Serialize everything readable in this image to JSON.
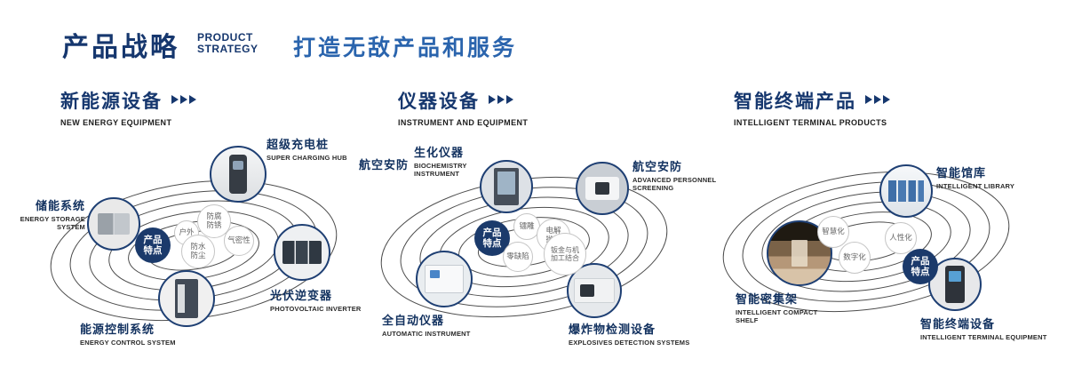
{
  "header": {
    "title_cn": "产品战略",
    "title_en_line1": "PRODUCT",
    "title_en_line2": "STRATEGY",
    "subtitle": "打造无敌产品和服务"
  },
  "colors": {
    "navy": "#16376e",
    "blue": "#2a64ad"
  },
  "sections": [
    {
      "title_cn": "新能源设备",
      "title_en": "NEW ENERGY EQUIPMENT",
      "center_badge": "产品特点",
      "features": [
        "户外",
        "防腐防锈",
        "气密性",
        "防水防尘"
      ],
      "products": [
        {
          "cn": "储能系统",
          "en": "ENERGY STORAGE SYSTEM"
        },
        {
          "cn": "超级充电桩",
          "en": "SUPER CHARGING HUB"
        },
        {
          "cn": "光伏逆变器",
          "en": "PHOTOVOLTAIC INVERTER"
        },
        {
          "cn": "能源控制系统",
          "en": "ENERGY CONTROL SYSTEM"
        }
      ]
    },
    {
      "title_cn": "仪器设备",
      "title_en": "INSTRUMENT AND EQUIPMENT",
      "extra_label": "航空安防",
      "center_badge": "产品特点",
      "features": [
        "镭雕",
        "电解抛光",
        "零缺陷",
        "钣金与机加工结合"
      ],
      "products": [
        {
          "cn": "生化仪器",
          "en": "BIOCHEMISTRY INSTRUMENT"
        },
        {
          "cn": "航空安防",
          "en": "ADVANCED PERSONNEL SCREENING"
        },
        {
          "cn": "全自动仪器",
          "en": "AUTOMATIC INSTRUMENT"
        },
        {
          "cn": "爆炸物检测设备",
          "en": "EXPLOSIVES DETECTION SYSTEMS"
        }
      ]
    },
    {
      "title_cn": "智能终端产品",
      "title_en": "INTELLIGENT TERMINAL PRODUCTS",
      "center_badge": "产品特点",
      "features": [
        "智慧化",
        "数字化",
        "人性化"
      ],
      "products": [
        {
          "cn": "智能馆库",
          "en": "INTELLIGENT LIBRARY"
        },
        {
          "cn": "智能密集架",
          "en": "INTELLIGENT COMPACT SHELF"
        },
        {
          "cn": "智能终端设备",
          "en": "INTELLIGENT TERMINAL EQUIPMENT"
        }
      ]
    }
  ]
}
